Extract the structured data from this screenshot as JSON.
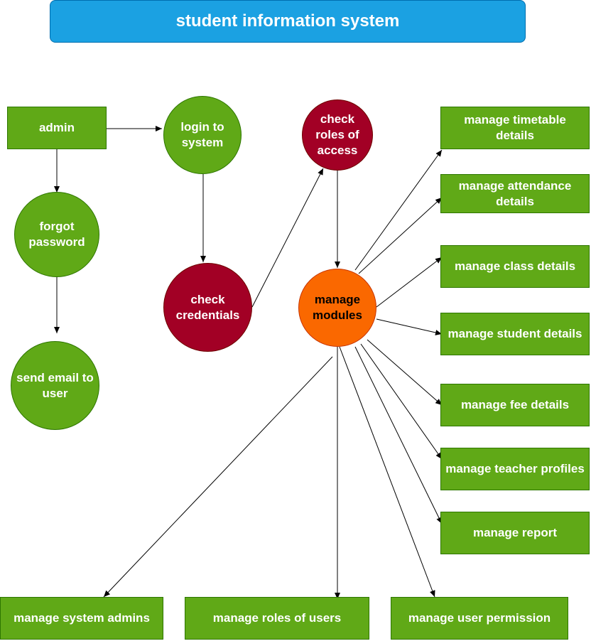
{
  "title": "student information system",
  "colors": {
    "title_fill": "#1ba1e2",
    "green_fill": "#60a917",
    "red_fill": "#a20025",
    "orange_fill": "#fa6800",
    "edge": "#000000"
  },
  "nodes": {
    "admin": "admin",
    "login": "login to\nsystem",
    "forgot_password": "forgot\npassword",
    "send_email": "send email to\nuser",
    "check_credentials": "check\ncredentials",
    "check_roles": "check\nroles of\naccess",
    "manage_modules": "manage\nmodules",
    "timetable": "manage timetable\ndetails",
    "attendance": "manage attendance\ndetails",
    "class": "manage class details",
    "student": "manage student details",
    "fee": "manage fee details",
    "teacher": "manage teacher profiles",
    "report": "manage report",
    "system_admins": "manage system admins",
    "roles_users": "manage roles of users",
    "user_permission": "manage user permission"
  }
}
